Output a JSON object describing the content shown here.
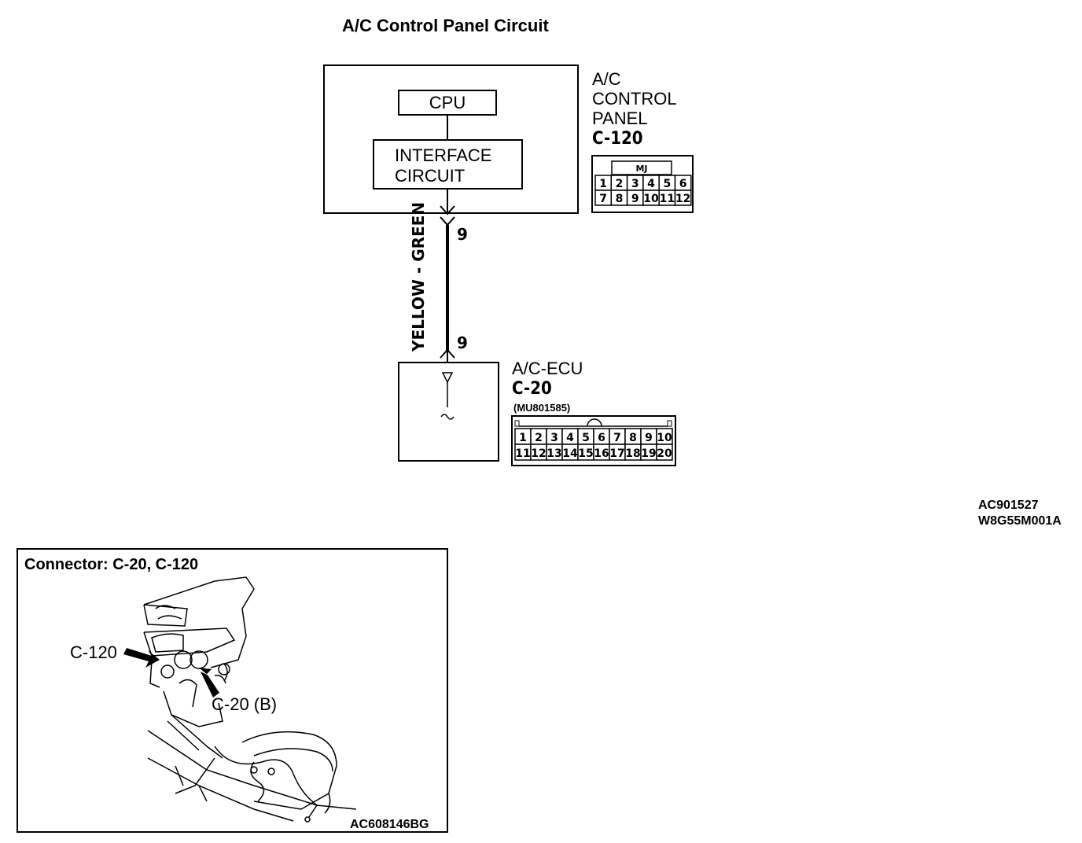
{
  "diagram": {
    "title": "A/C Control Panel Circuit",
    "control_panel": {
      "name_line1": "A/C",
      "name_line2": "CONTROL",
      "name_line3": "PANEL",
      "connector_id": "C-120",
      "connector_badge": "MJ",
      "pins_row1": [
        "1",
        "2",
        "3",
        "4",
        "5",
        "6"
      ],
      "pins_row2": [
        "7",
        "8",
        "9",
        "10",
        "11",
        "12"
      ],
      "cpu_label": "CPU",
      "interface_line1": "INTERFACE",
      "interface_line2": "CIRCUIT"
    },
    "wire": {
      "color_label": "YELLOW - GREEN",
      "pin_top": "9",
      "pin_bottom": "9"
    },
    "ecu": {
      "name": "A/C-ECU",
      "connector_id": "C-20",
      "part_number": "(MU801585)",
      "pins_row1": [
        "1",
        "2",
        "3",
        "4",
        "5",
        "6",
        "7",
        "8",
        "9",
        "10"
      ],
      "pins_row2": [
        "11",
        "12",
        "13",
        "14",
        "15",
        "16",
        "17",
        "18",
        "19",
        "20"
      ]
    },
    "refs": {
      "line1": "AC901527",
      "line2": "W8G55M001A"
    }
  },
  "connector_view": {
    "title": "Connector: C-20, C-120",
    "callout_c120": "C-120",
    "callout_c20": "C-20 (B)",
    "ref": "AC608146BG"
  }
}
